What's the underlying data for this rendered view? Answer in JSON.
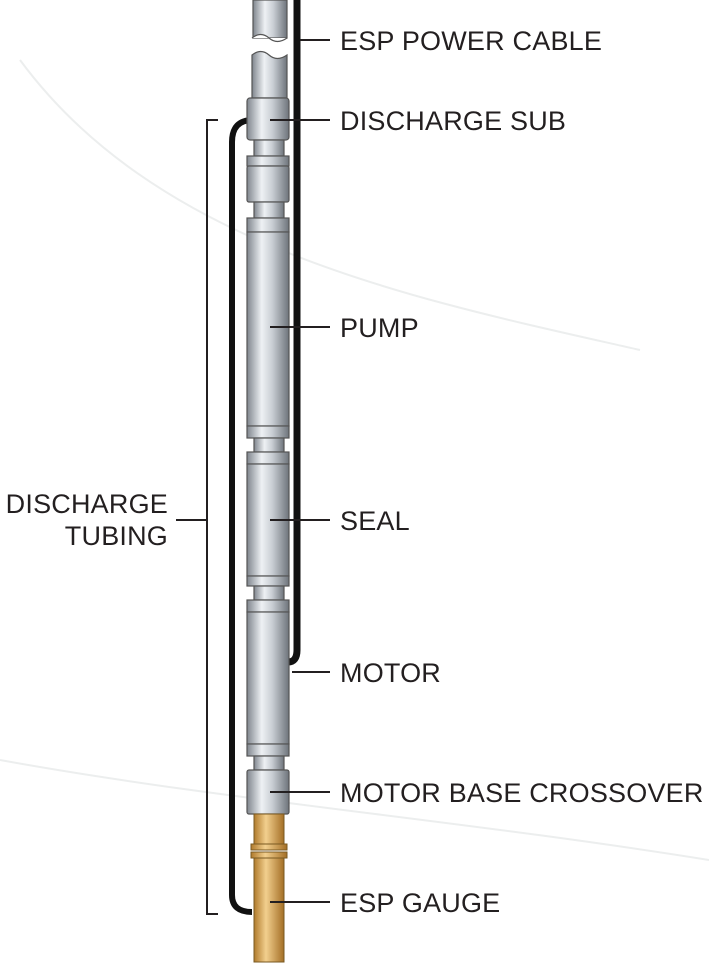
{
  "labels": {
    "esp_power_cable": "ESP POWER CABLE",
    "discharge_sub": "DISCHARGE SUB",
    "pump": "PUMP",
    "seal": "SEAL",
    "motor": "MOTOR",
    "motor_base_crossover": "MOTOR BASE CROSSOVER",
    "esp_gauge": "ESP GAUGE",
    "discharge_tubing_line1": "DISCHARGE",
    "discharge_tubing_line2": "TUBING"
  },
  "colors": {
    "steel_dark": "#8c9299",
    "steel_light": "#eef1f4",
    "cable": "#111111",
    "gauge_gold": "#d9a85a",
    "label_text": "#231f20"
  }
}
